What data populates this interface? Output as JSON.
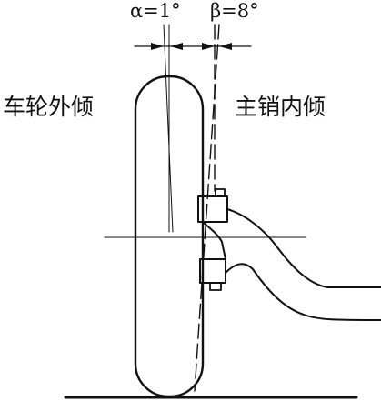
{
  "labels": {
    "wheel_camber": "车轮外倾",
    "kingpin_inclination": "主销内倾",
    "alpha": "α=1°",
    "beta": "β=8°"
  }
}
